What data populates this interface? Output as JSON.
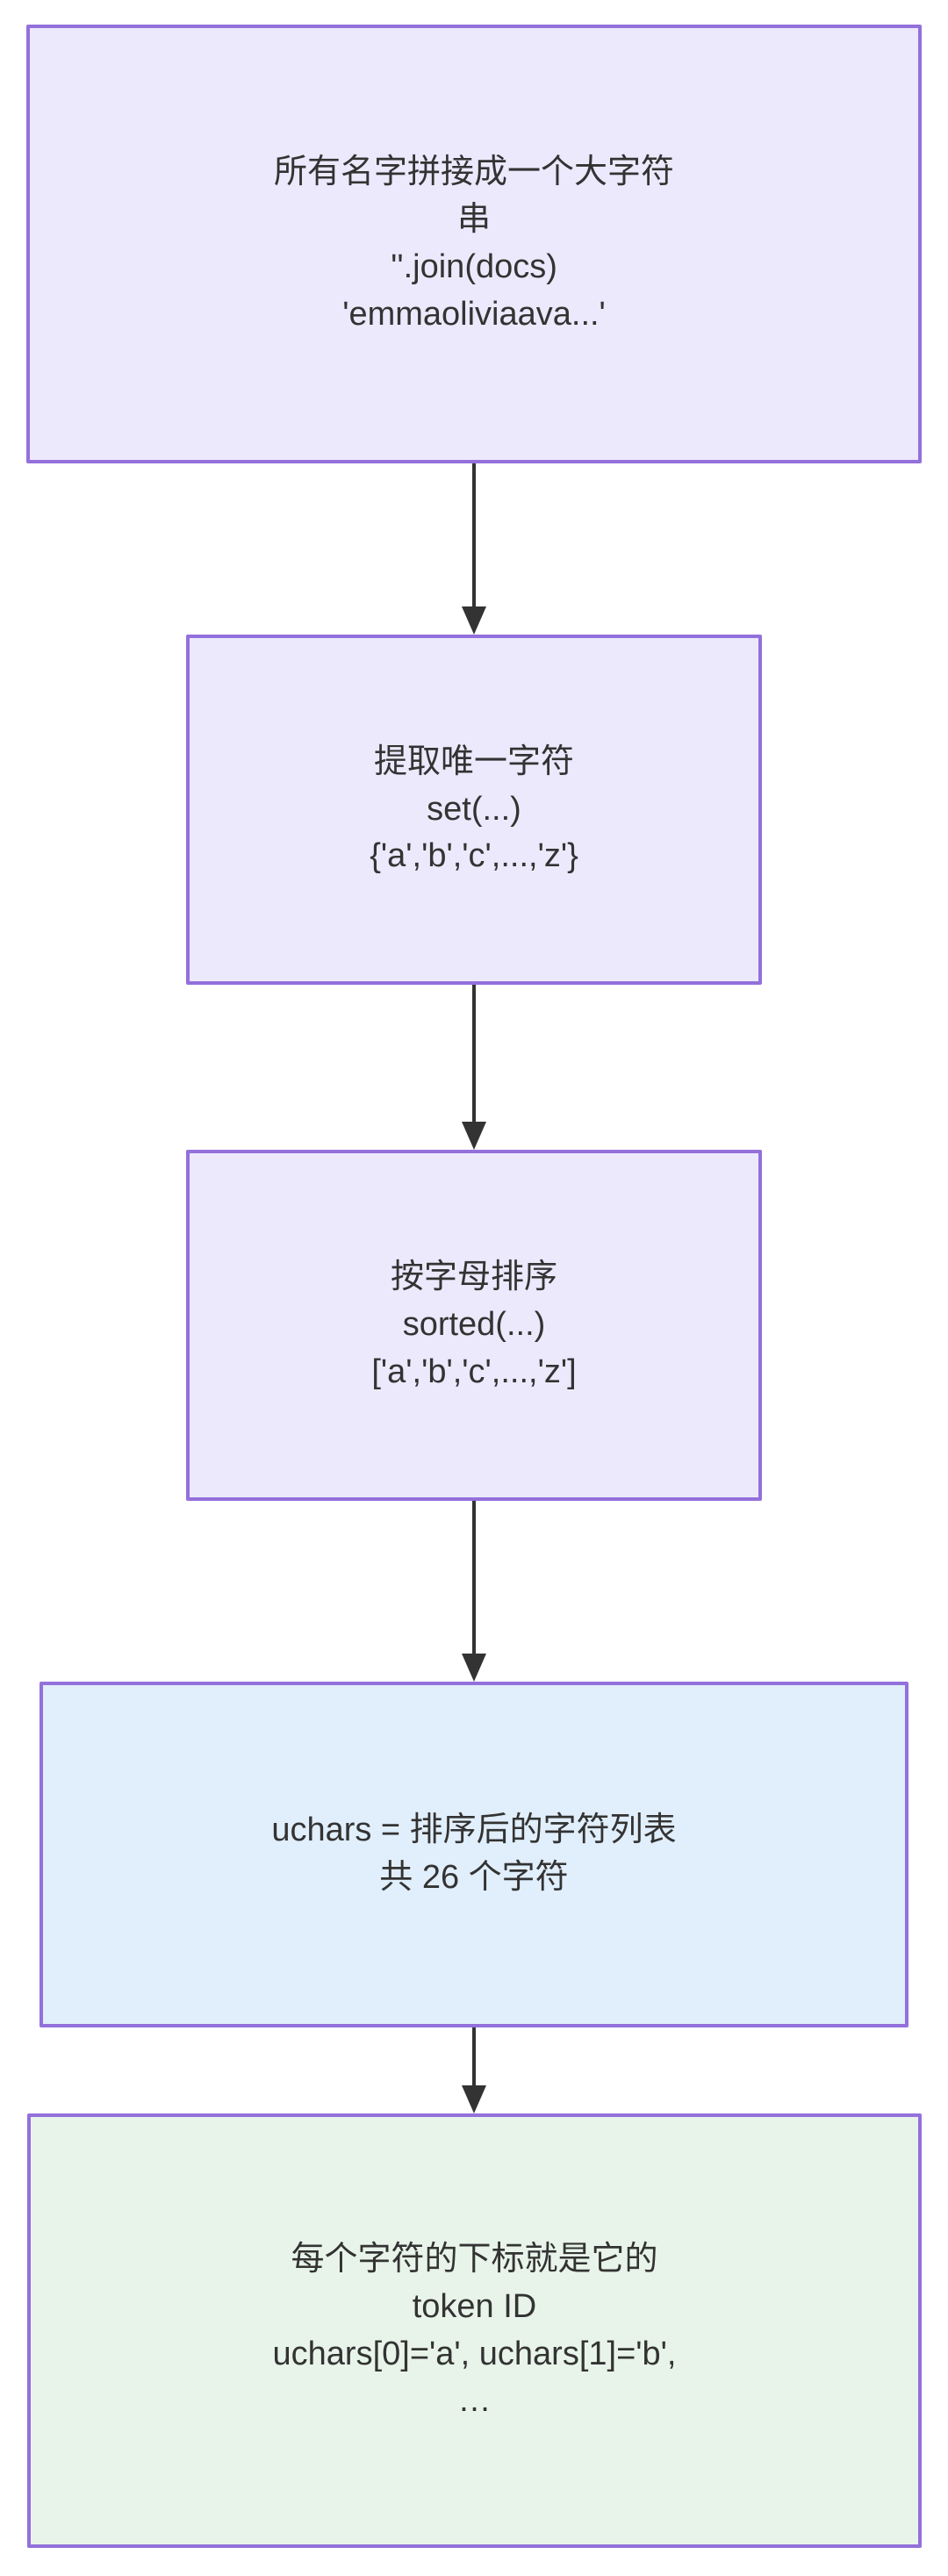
{
  "diagram": {
    "type": "flowchart",
    "direction": "top-to-bottom",
    "theme": {
      "node_border": "#9370db",
      "node_fill_lavender": "#ece9fc",
      "node_fill_blue": "#e1eefb",
      "node_fill_green": "#e8f4ea",
      "text_color": "#333333",
      "edge_color": "#333333",
      "background": "#ffffff"
    },
    "nodes": [
      {
        "id": "concat",
        "title": "所有名字拼接成一个大字符串",
        "lines": [
          "所有名字拼接成一个大字符",
          "串",
          "''.join(docs)",
          "'emmaoliviaava...'"
        ]
      },
      {
        "id": "unique",
        "title": "提取唯一字符",
        "lines": [
          "提取唯一字符",
          "set(...)",
          "{'a','b','c',...,'z'}"
        ]
      },
      {
        "id": "sorted",
        "title": "按字母排序",
        "lines": [
          "按字母排序",
          "sorted(...)",
          "['a','b','c',...,'z']"
        ]
      },
      {
        "id": "uchars",
        "title": "uchars = 排序后的字符列表",
        "lines": [
          "uchars = 排序后的字符列表",
          "共 26 个字符"
        ]
      },
      {
        "id": "tokenid",
        "title": "每个字符的下标就是它的 token ID",
        "lines": [
          "每个字符的下标就是它的",
          "token ID",
          "uchars[0]='a', uchars[1]='b',",
          "…"
        ]
      }
    ],
    "edges": [
      {
        "from": "concat",
        "to": "unique",
        "label": ""
      },
      {
        "from": "unique",
        "to": "sorted",
        "label": ""
      },
      {
        "from": "sorted",
        "to": "uchars",
        "label": ""
      },
      {
        "from": "uchars",
        "to": "tokenid",
        "label": ""
      }
    ]
  }
}
